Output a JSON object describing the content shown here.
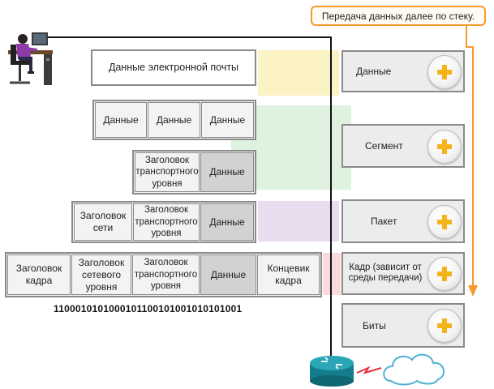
{
  "callout": {
    "text": "Передача данных далее по стеку."
  },
  "encapsulation": {
    "email_row": {
      "label": "Данные электронной почты"
    },
    "data_row": {
      "cells": [
        "Данные",
        "Данные",
        "Данные"
      ]
    },
    "segment_row": {
      "header": "Заголовок транспортного уровня",
      "data": "Данные"
    },
    "packet_row": {
      "network_header": "Заголовок сети",
      "transport_header": "Заголовок транспортного уровня",
      "data": "Данные"
    },
    "frame_row": {
      "frame_header": "Заголовок кадра",
      "network_header": "Заголовок сетевого уровня",
      "transport_header": "Заголовок транспортного уровня",
      "data": "Данные",
      "trailer": "Концевик кадра"
    },
    "bits": "1100010101000101100101001010101001"
  },
  "pdu_list": [
    {
      "label": "Данные"
    },
    {
      "label": "Сегмент"
    },
    {
      "label": "Пакет"
    },
    {
      "label": "Кадр (зависит от среды передачи)"
    },
    {
      "label": "Биты"
    }
  ],
  "icons": {
    "computer_user": "computer-user-icon",
    "router": "router-icon",
    "cloud": "cloud-icon",
    "plus": "plus-icon",
    "arrow": "down-arrow-icon"
  },
  "colors": {
    "accent_orange": "#f59a2d",
    "plus_yellow": "#f6b21b",
    "link_red": "#e0303a",
    "router_teal": "#1b8a9a"
  }
}
